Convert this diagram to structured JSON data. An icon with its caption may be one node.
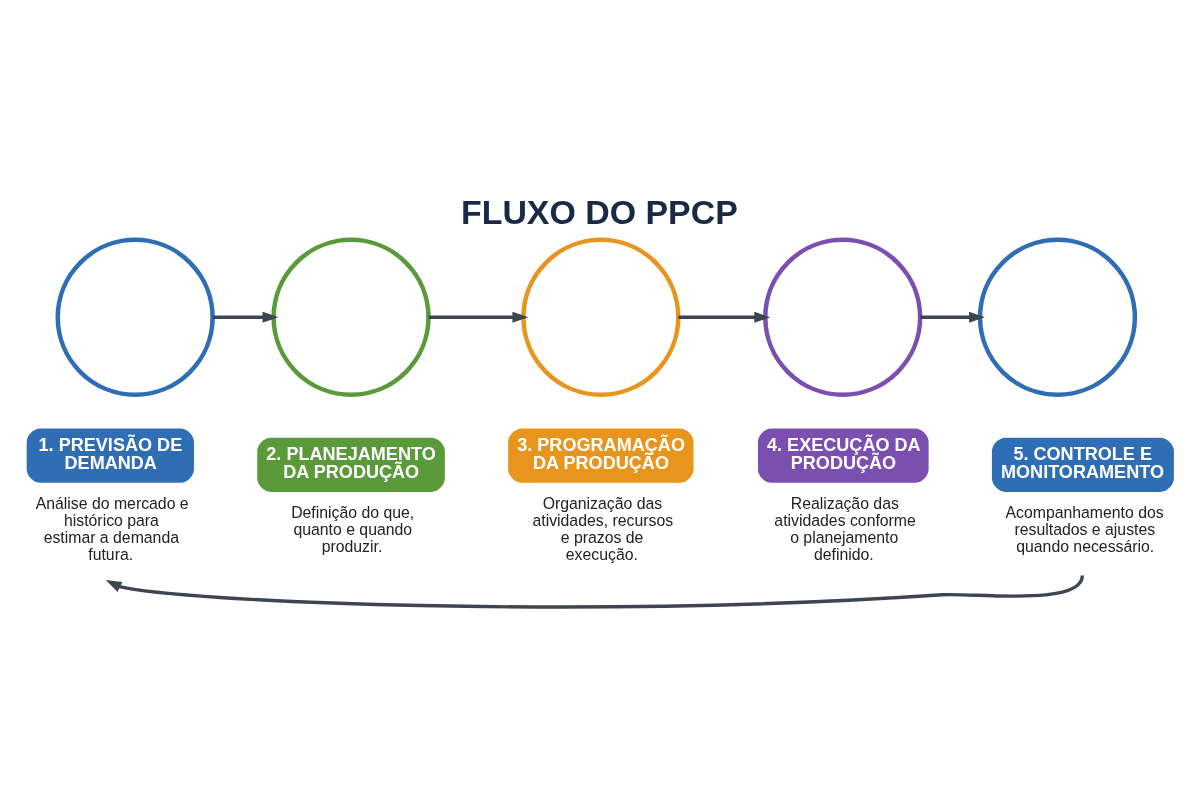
{
  "diagram": {
    "title": "FLUXO DO PPCP",
    "nodes": [
      {
        "text": [],
        "shape": "circle"
      },
      {
        "text": [],
        "shape": "circle"
      },
      {
        "text": [],
        "shape": "circle"
      },
      {
        "text": [],
        "shape": "circle"
      },
      {
        "text": [],
        "shape": "circle"
      },
      {
        "text": [
          "1. PREVISÃO DE DEMANDA"
        ],
        "beside": [
          "Análise do mercado e histórico para estimar a demanda futura."
        ]
      },
      {
        "text": [
          "2. PLANEJAMENTO DA PRODUÇÃO"
        ],
        "beside": [
          "Definição do que, quanto e quando produzir."
        ]
      },
      {
        "text": [
          "3. PROGRAMAÇÃO DA PRODUÇÃO"
        ],
        "beside": [
          "Organização das atividades, recursos e prazos de execução."
        ]
      },
      {
        "text": [
          "4. EXECUÇÃO DA PRODUÇÃO"
        ],
        "beside": [
          "Realização das atividades conforme o planejamento definido."
        ]
      },
      {
        "text": [
          "5. CONTROLE E MONITORAMENTO"
        ],
        "beside": [
          "Acompanhamento dos resultados e ajustes quando necessário."
        ]
      }
    ],
    "edges": [
      {
        "from": 0,
        "to": 1,
        "arrow": "to"
      },
      {
        "from": 1,
        "to": 2,
        "arrow": "to"
      },
      {
        "from": 2,
        "to": 3,
        "arrow": "to"
      },
      {
        "from": 3,
        "to": 4,
        "arrow": "to"
      },
      {
        "from": 9,
        "to": 5,
        "arrow": "to"
      }
    ]
  }
}
